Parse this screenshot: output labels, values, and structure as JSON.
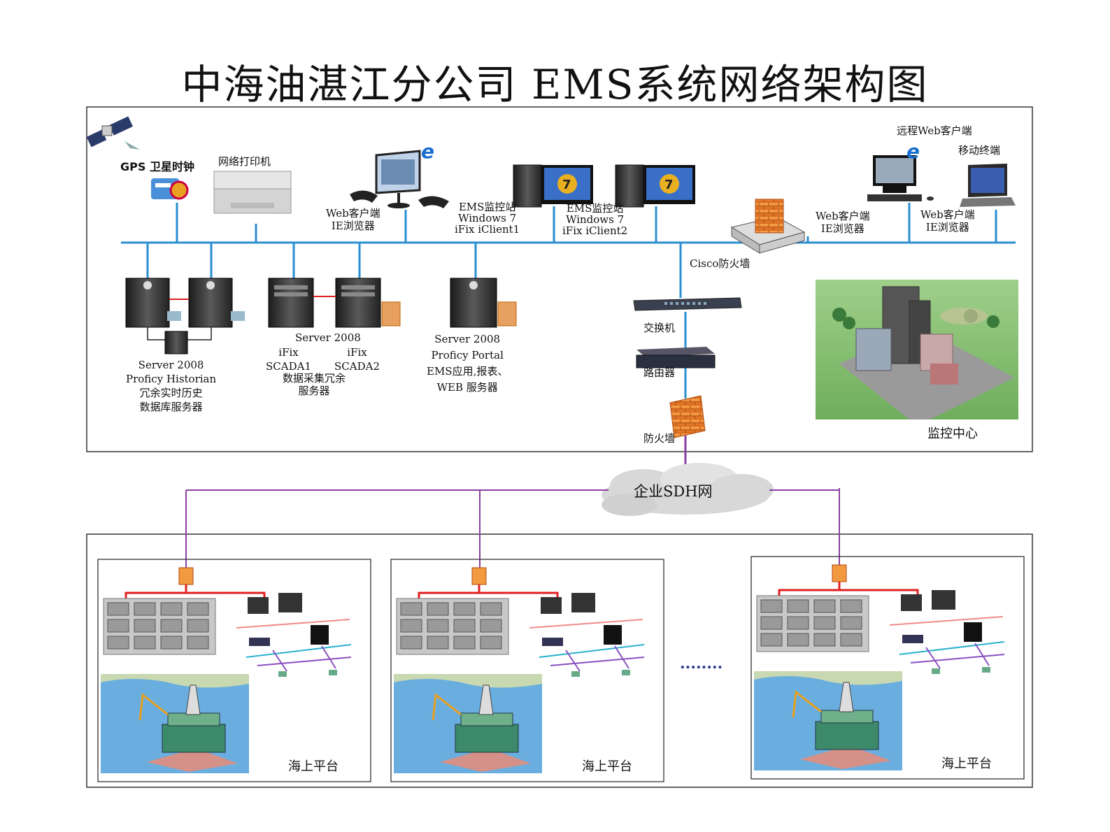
{
  "title": "中海油湛江分公司 EMS系统网络架构图",
  "labels": {
    "gps": "GPS 卫星时钟",
    "printer": "网络打印机",
    "web_client_1": [
      "Web客户端",
      "IE浏览器"
    ],
    "ems_station_1": [
      "EMS监控站",
      "Windows 7",
      "iFix iClient1"
    ],
    "ems_station_2": [
      "EMS监控站",
      "Windows 7",
      "iFix iClient2"
    ],
    "remote_web": "远程Web客户端",
    "mobile": "移动终端",
    "web_client_2": [
      "Web客户端",
      "IE浏览器"
    ],
    "web_client_3": [
      "Web客户端",
      "IE浏览器"
    ],
    "cisco_firewall": "Cisco防火墙",
    "historian": [
      "Server 2008",
      "Proficy Historian",
      "冗余实时历史",
      "数据库服务器"
    ],
    "scada_top": "Server 2008",
    "scada_ifix_1": [
      "iFix",
      "SCADA1"
    ],
    "scada_ifix_2": [
      "iFix",
      "SCADA2"
    ],
    "scada_bottom": [
      "数据采集冗余",
      "服务器"
    ],
    "portal": [
      "Server 2008",
      "Proficy Portal",
      "EMS应用,报表、",
      "WEB 服务器"
    ],
    "switch": "交换机",
    "router": "路由器",
    "firewall": "防火墙",
    "monitor_center": "监控中心",
    "sdh_cloud": "企业SDH网",
    "platform": "海上平台",
    "ellipsis": "........"
  },
  "colors": {
    "lan": "#2a8fd0",
    "wan": "#8a3fa0",
    "redundant_link": "#e02020",
    "sea": "#6aaee0",
    "frame": "#333333"
  },
  "icons": [
    "satellite-icon",
    "printer-icon",
    "workstation-icon",
    "server-icon",
    "firewall-icon",
    "switch-icon",
    "router-icon",
    "cloud-icon",
    "city-icon",
    "offshore-platform-icon",
    "switchgear-icon"
  ]
}
